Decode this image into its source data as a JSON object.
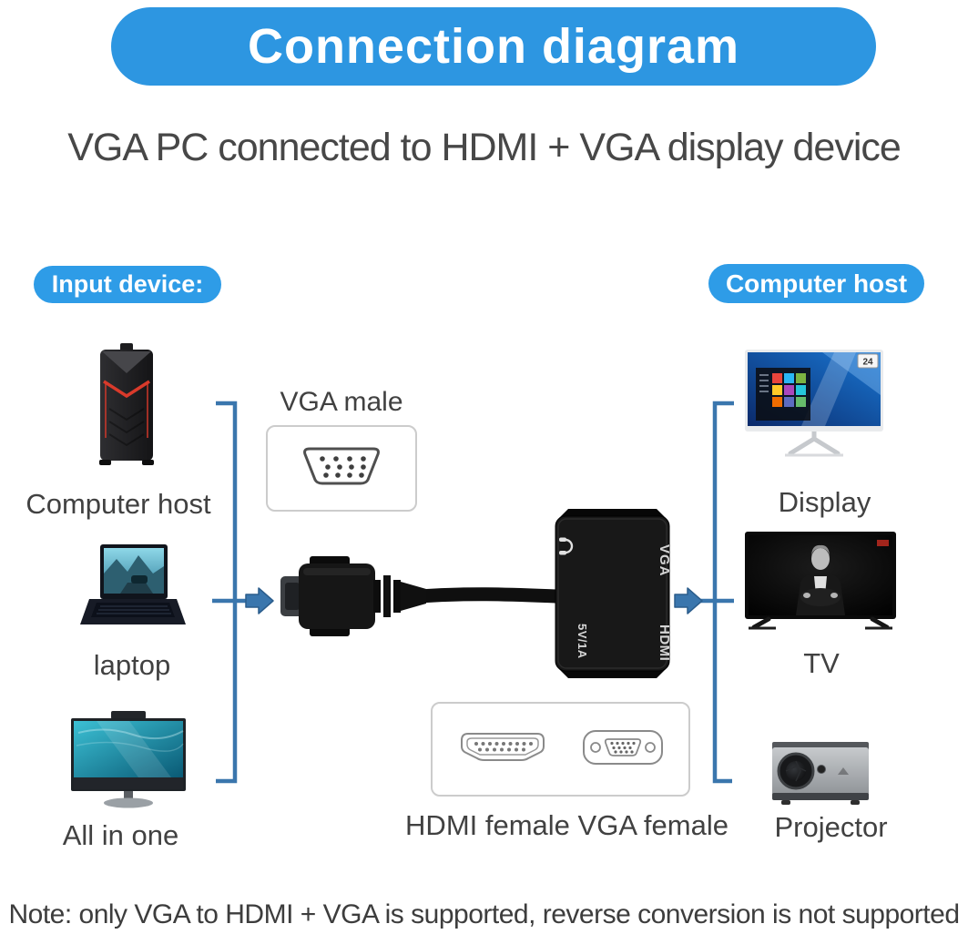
{
  "banner": {
    "title": "Connection diagram"
  },
  "subtitle": "VGA PC connected to HDMI + VGA display device",
  "input_section": {
    "badge_label": "Input device:",
    "devices": [
      {
        "label": "Computer host",
        "icon": "desktop-tower-icon"
      },
      {
        "label": "laptop",
        "icon": "laptop-icon"
      },
      {
        "label": "All in one",
        "icon": "all-in-one-pc-icon"
      }
    ]
  },
  "output_section": {
    "badge_label": "Computer host",
    "devices": [
      {
        "label": "Display",
        "icon": "monitor-icon",
        "badge": "24"
      },
      {
        "label": "TV",
        "icon": "tv-icon"
      },
      {
        "label": "Projector",
        "icon": "projector-icon"
      }
    ]
  },
  "adapter": {
    "vga_male_label": "VGA male",
    "port_vga": "VGA",
    "port_hdmi": "HDMI",
    "power_port": "5V/1A",
    "audio_icon": "headphone-icon",
    "female_label": "HDMI female VGA female"
  },
  "note": "Note: only VGA to HDMI + VGA is supported, reverse conversion is not supported",
  "colors": {
    "banner_blue": "#2d96e1",
    "badge_blue": "#2e9ce7",
    "connector_blue": "#3a76ad",
    "arrow_outline": "#2b5d8c",
    "text_dark": "#414141",
    "tower_accent_red": "#d93a2b"
  }
}
